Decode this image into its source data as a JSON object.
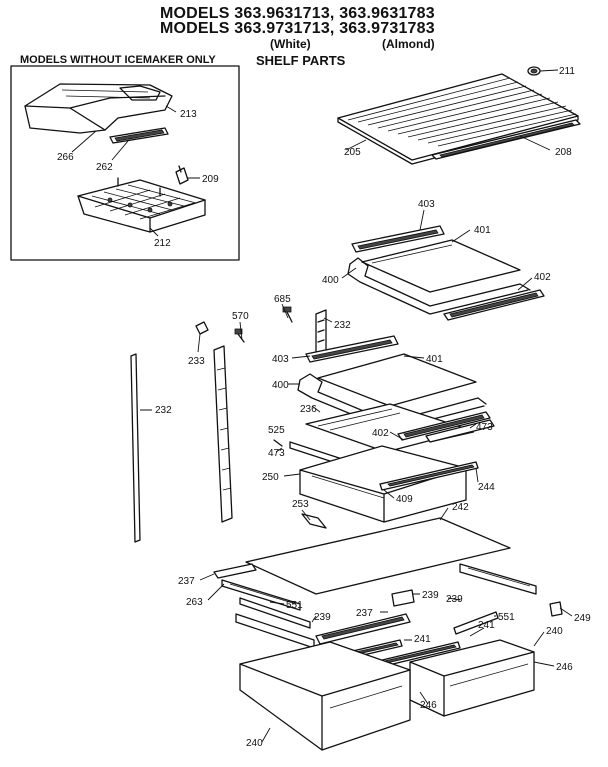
{
  "header": {
    "line1": "MODELS 363.9631713, 363.9631783",
    "line2": "MODELS 363.9731713, 363.9731783",
    "white": "(White)",
    "almond": "(Almond)",
    "section": "SHELF PARTS"
  },
  "inset": {
    "title": "MODELS WITHOUT ICEMAKER ONLY"
  },
  "callouts": {
    "p211": "211",
    "p213": "213",
    "p266": "266",
    "p262": "262",
    "p209": "209",
    "p212": "212",
    "p205": "205",
    "p208": "208",
    "p403a": "403",
    "p401a": "401",
    "p400a": "400",
    "p402a": "402",
    "p685": "685",
    "p570": "570",
    "p232a": "232",
    "p233": "233",
    "p403b": "403",
    "p401b": "401",
    "p400b": "400",
    "p232b": "232",
    "p236": "236",
    "p402b": "402",
    "p525": "525",
    "p473a": "473",
    "p473b": "473",
    "p250": "250",
    "p409": "409",
    "p244": "244",
    "p253": "253",
    "p242": "242",
    "p237a": "237",
    "p263": "263",
    "p551a": "551",
    "p239a": "239",
    "p239b": "239",
    "p239c": "239",
    "p237b": "237",
    "p551b": "551",
    "p249": "249",
    "p241a": "241",
    "p241b": "241",
    "p240a": "240",
    "p246a": "246",
    "p246b": "246",
    "p240b": "240"
  }
}
